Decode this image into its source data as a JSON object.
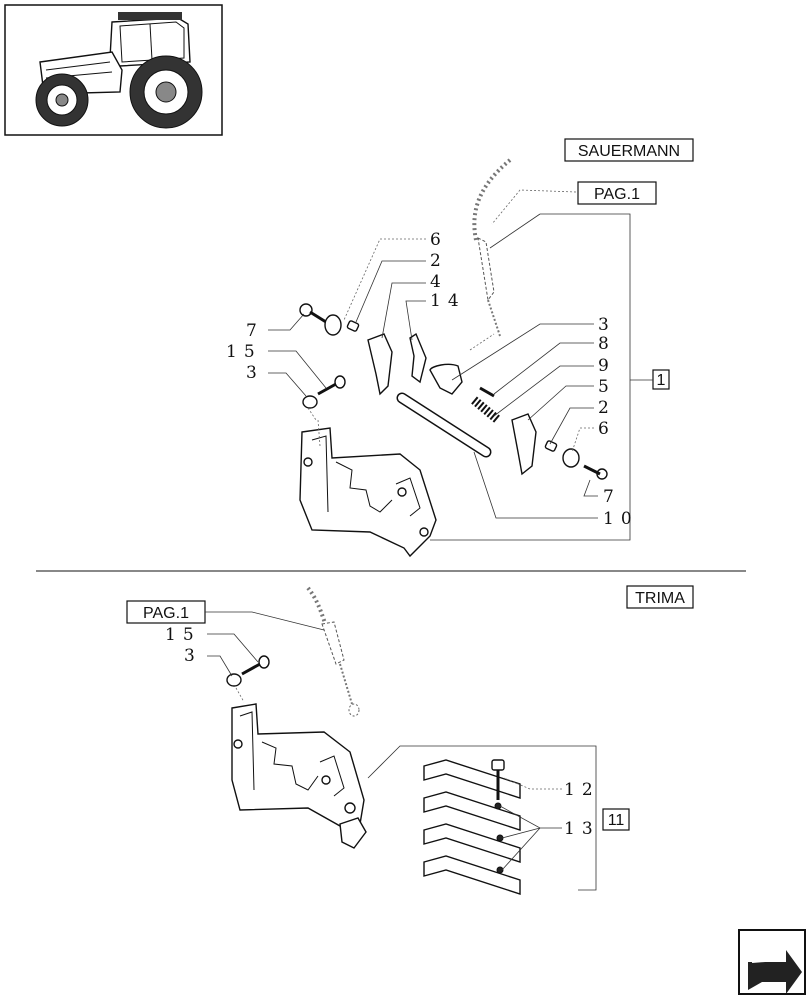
{
  "sections": {
    "sauermann": {
      "tag": "SAUERMANN",
      "page_ref": "PAG.1",
      "group_ref": "1",
      "callouts": [
        "6",
        "2",
        "4",
        "14",
        "7",
        "15",
        "3",
        "3",
        "8",
        "9",
        "5",
        "2",
        "6",
        "7",
        "10"
      ]
    },
    "trima": {
      "tag": "TRIMA",
      "page_ref": "PAG.1",
      "group_ref": "11",
      "callouts": [
        "15",
        "3",
        "12",
        "13"
      ]
    }
  },
  "thumbnail": {
    "icon": "tractor-thumbnail"
  },
  "nav": {
    "icon": "next-page-arrow-icon"
  }
}
